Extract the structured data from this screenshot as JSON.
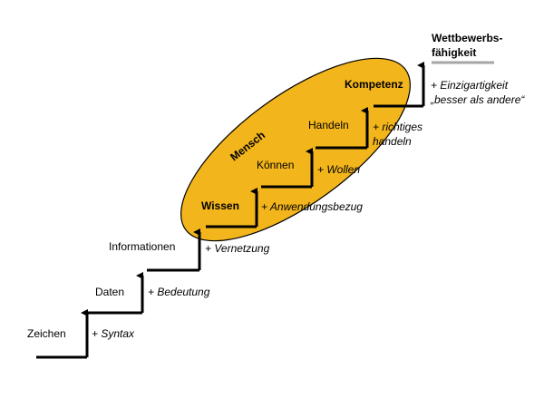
{
  "diagram": {
    "ellipse_color": "#f2b51c",
    "arrow_color": "#000000",
    "underline_color": "#a6a6a6",
    "ellipse_label": "Mensch",
    "goal": {
      "line1": "Wettbewerbs-",
      "line2": "fähigkeit"
    },
    "steps": [
      {
        "label": "Zeichen",
        "add": [
          "+ Syntax"
        ]
      },
      {
        "label": "Daten",
        "add": [
          "+ Bedeutung"
        ]
      },
      {
        "label": "Informationen",
        "add": [
          "+ Vernetzung"
        ]
      },
      {
        "label": "Wissen",
        "add": [
          "+ Anwendungsbezug"
        ]
      },
      {
        "label": "Können",
        "add": [
          "+ Wollen"
        ]
      },
      {
        "label": "Handeln",
        "add": [
          "+ richtiges",
          "handeln"
        ]
      },
      {
        "label": "Kompetenz",
        "add": [
          "+ Einzigartigkeit",
          "„besser als andere“"
        ]
      }
    ]
  }
}
